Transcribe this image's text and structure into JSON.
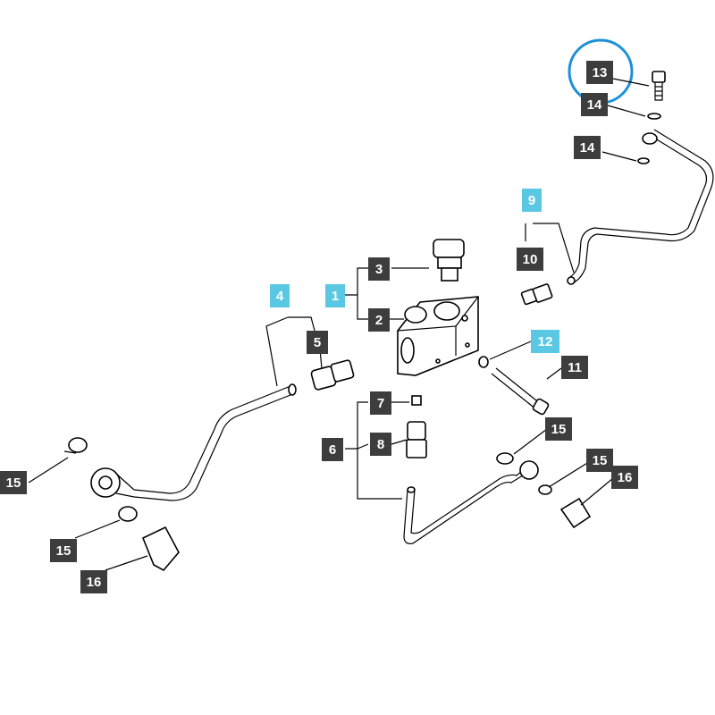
{
  "diagram": {
    "callouts": [
      {
        "id": "c13",
        "label": "13",
        "style": "dark"
      },
      {
        "id": "c14a",
        "label": "14",
        "style": "dark"
      },
      {
        "id": "c14b",
        "label": "14",
        "style": "dark"
      },
      {
        "id": "c9",
        "label": "9",
        "style": "cyan"
      },
      {
        "id": "c10",
        "label": "10",
        "style": "dark"
      },
      {
        "id": "c3",
        "label": "3",
        "style": "dark"
      },
      {
        "id": "c1",
        "label": "1",
        "style": "cyan"
      },
      {
        "id": "c2",
        "label": "2",
        "style": "dark"
      },
      {
        "id": "c4",
        "label": "4",
        "style": "cyan"
      },
      {
        "id": "c5",
        "label": "5",
        "style": "dark"
      },
      {
        "id": "c12",
        "label": "12",
        "style": "cyan"
      },
      {
        "id": "c11",
        "label": "11",
        "style": "dark"
      },
      {
        "id": "c7",
        "label": "7",
        "style": "dark"
      },
      {
        "id": "c6",
        "label": "6",
        "style": "dark"
      },
      {
        "id": "c8",
        "label": "8",
        "style": "dark"
      },
      {
        "id": "c15a",
        "label": "15",
        "style": "dark"
      },
      {
        "id": "c15b",
        "label": "15",
        "style": "dark"
      },
      {
        "id": "c15c",
        "label": "15",
        "style": "dark"
      },
      {
        "id": "c15d",
        "label": "15",
        "style": "dark"
      },
      {
        "id": "c16a",
        "label": "16",
        "style": "dark"
      },
      {
        "id": "c16b",
        "label": "16",
        "style": "dark"
      }
    ],
    "highlighted_callout": "13",
    "colors": {
      "callout_dark": "#3d3d3d",
      "callout_cyan": "#5bc8e3",
      "highlight_ring": "#1e90d8"
    }
  }
}
